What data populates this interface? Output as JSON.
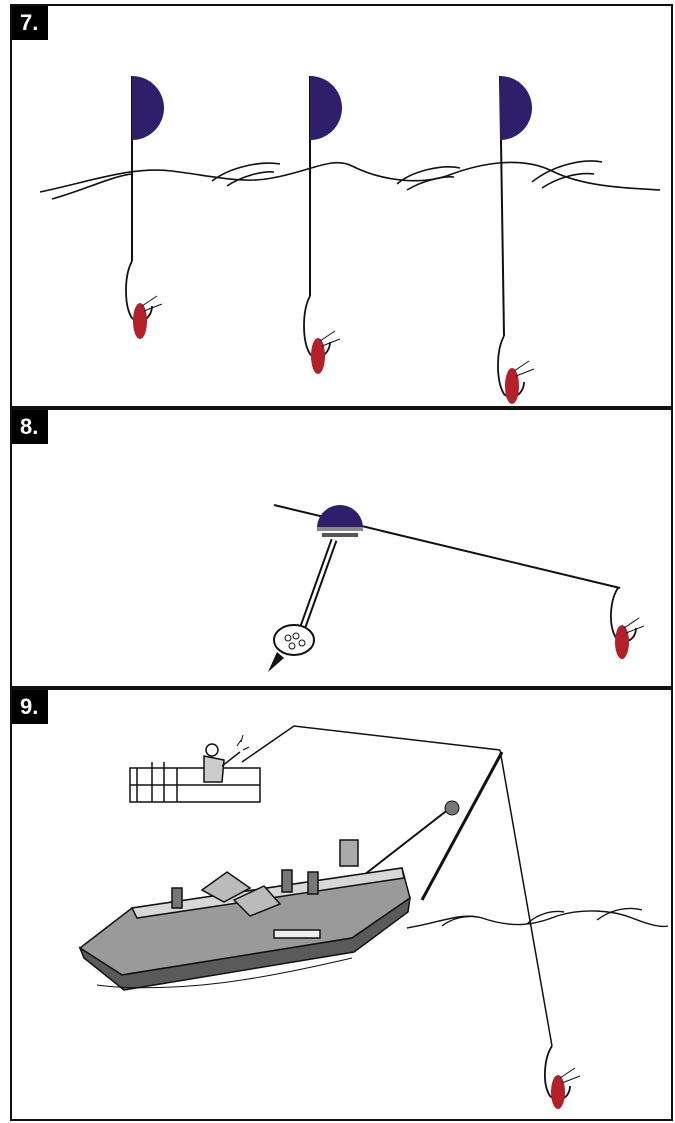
{
  "panels": [
    {
      "number": "7."
    },
    {
      "number": "8."
    },
    {
      "number": "9."
    }
  ],
  "colors": {
    "float": "#2f1f6b",
    "shrimp": "#b3202a",
    "line": "#111111",
    "hull": "#8a8a8a"
  }
}
